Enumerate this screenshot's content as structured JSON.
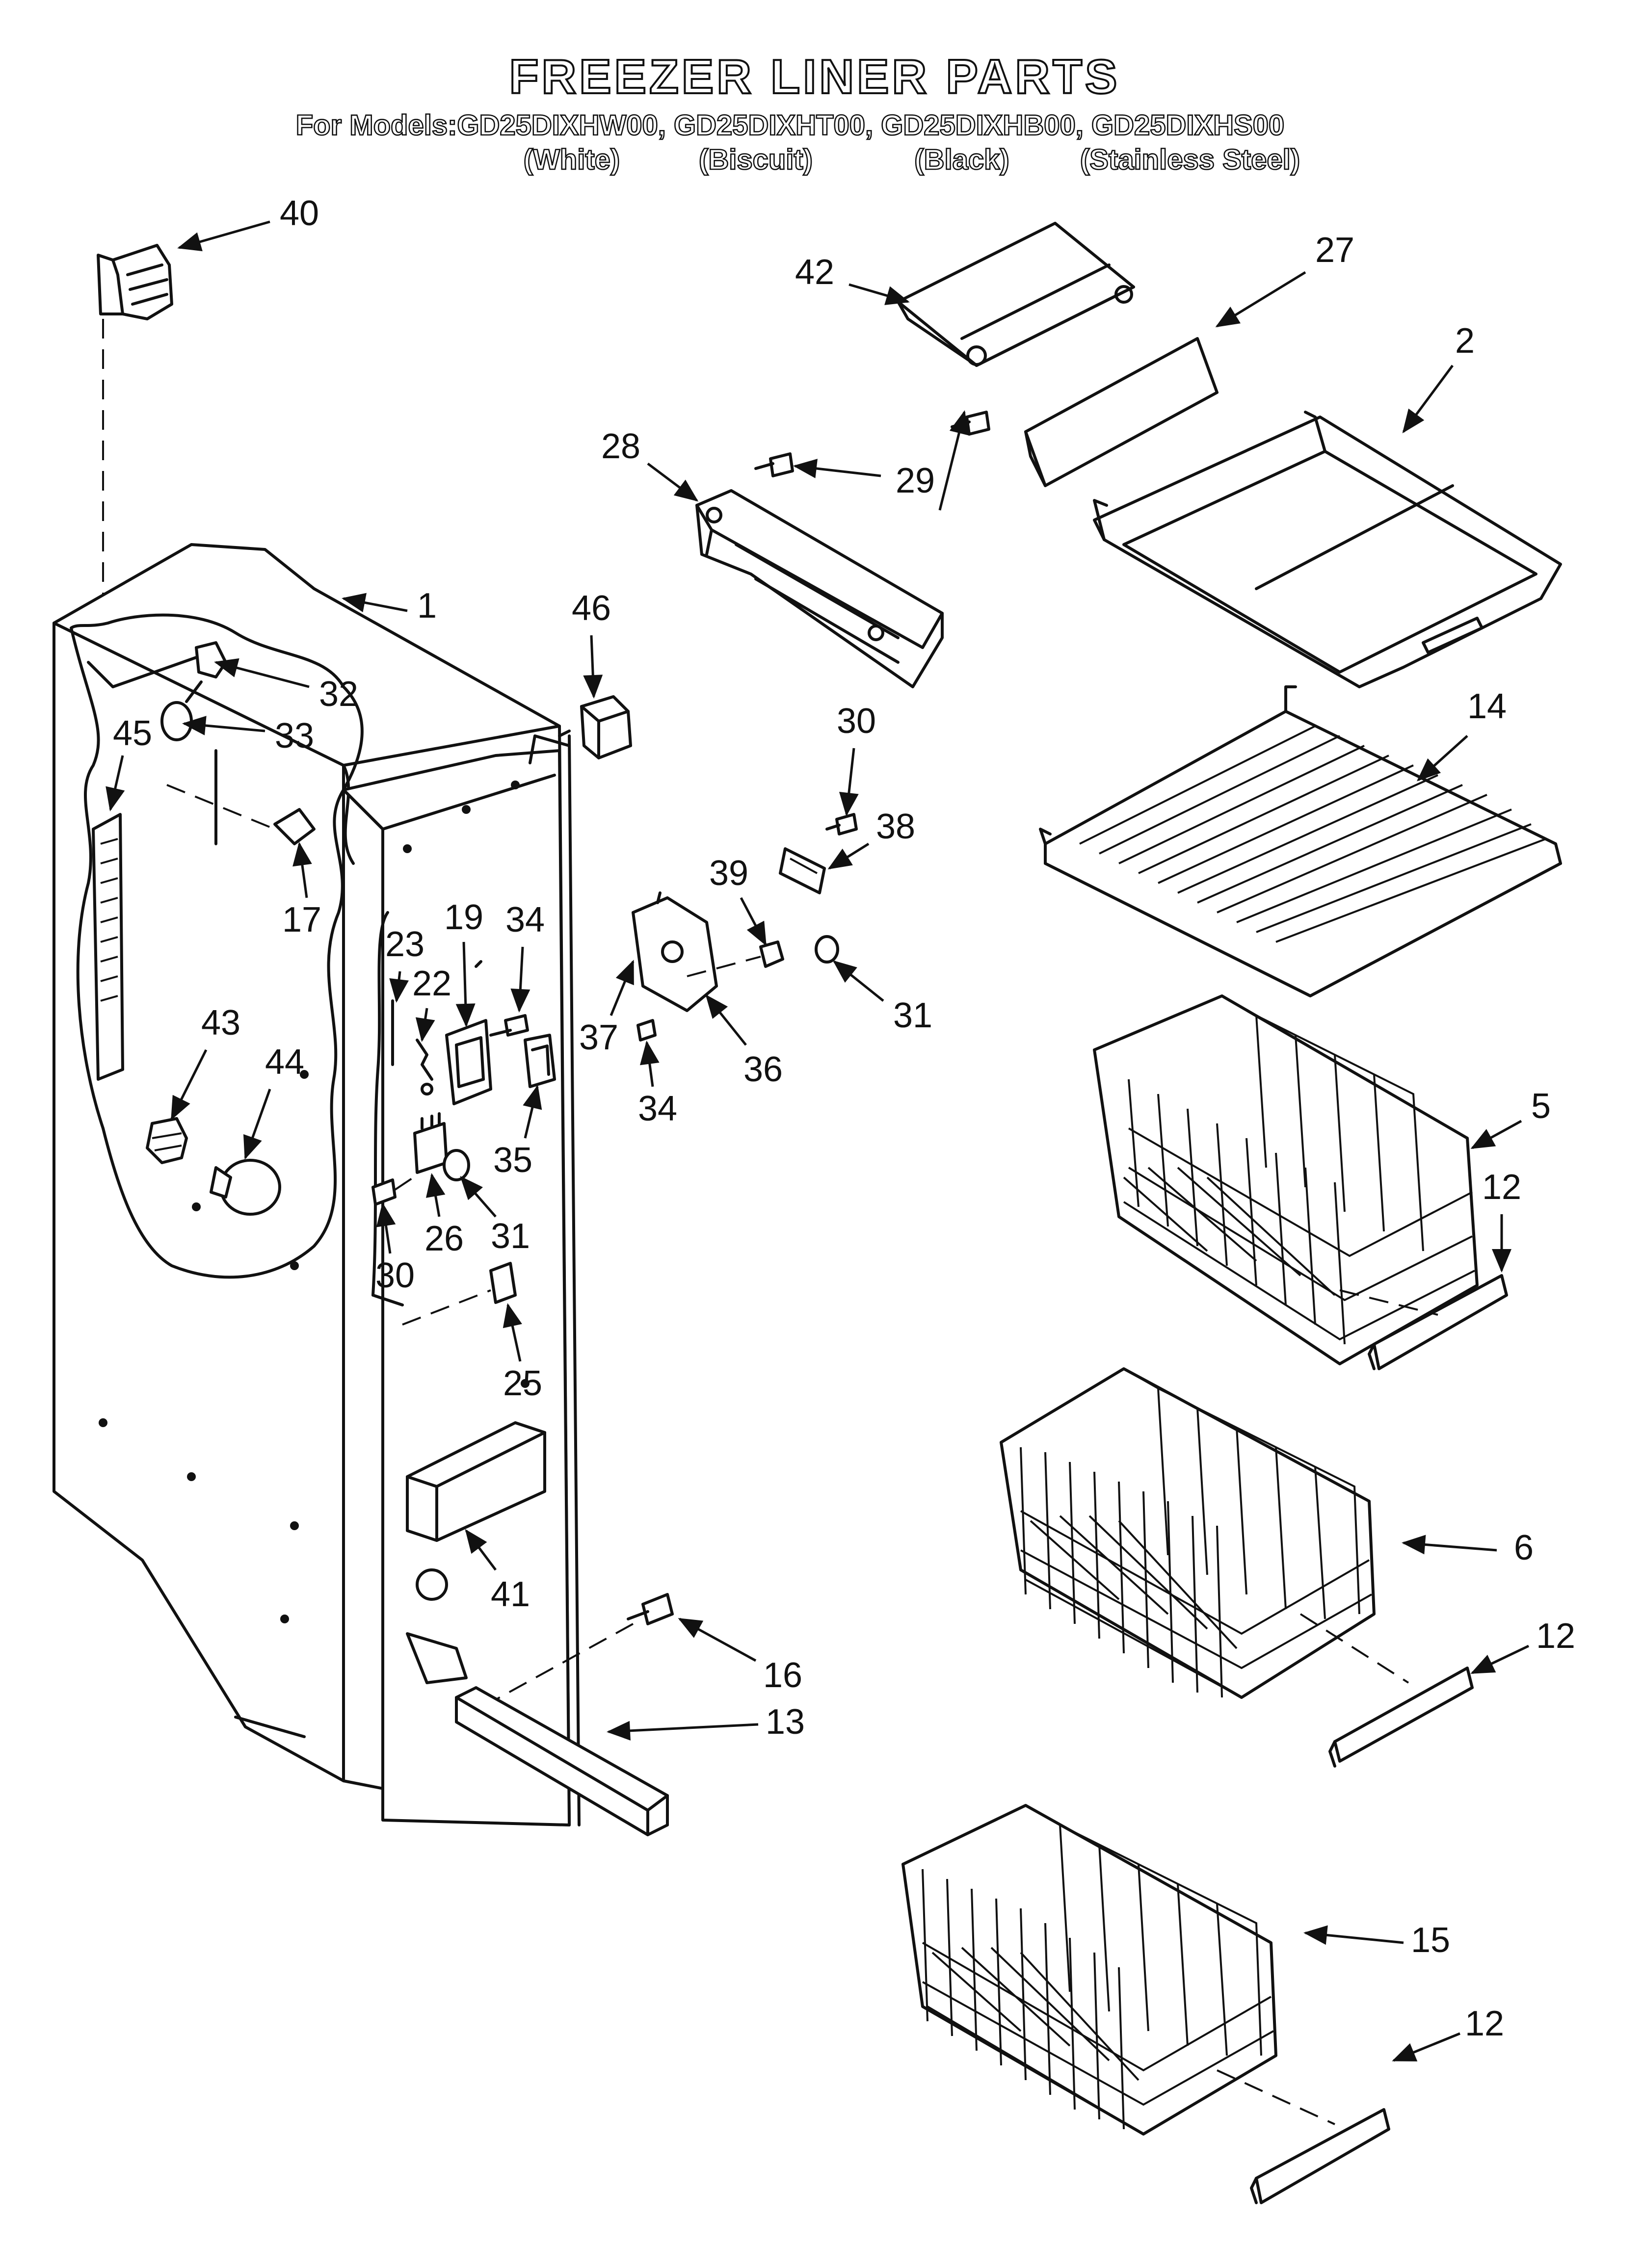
{
  "header": {
    "title": "FREEZER LINER PARTS",
    "models_line": "For Models:GD25DIXHW00, GD25DIXHT00, GD25DIXHB00, GD25DIXHS00",
    "variants": [
      "(White)",
      "(Biscuit)",
      "(Black)",
      "(Stainless Steel)"
    ]
  },
  "callouts": {
    "c1": "1",
    "c2": "2",
    "c5": "5",
    "c6": "6",
    "c12a": "12",
    "c12b": "12",
    "c12c": "12",
    "c13": "13",
    "c14": "14",
    "c15": "15",
    "c16": "16",
    "c17": "17",
    "c19": "19",
    "c22": "22",
    "c23": "23",
    "c25": "25",
    "c26": "26",
    "c27": "27",
    "c28": "28",
    "c29": "29",
    "c30a": "30",
    "c30b": "30",
    "c31a": "31",
    "c31b": "31",
    "c32": "32",
    "c33": "33",
    "c34a": "34",
    "c34b": "34",
    "c35": "35",
    "c36": "36",
    "c37": "37",
    "c38": "38",
    "c39": "39",
    "c40": "40",
    "c41": "41",
    "c42": "42",
    "c43": "43",
    "c44": "44",
    "c45": "45",
    "c46": "46"
  }
}
